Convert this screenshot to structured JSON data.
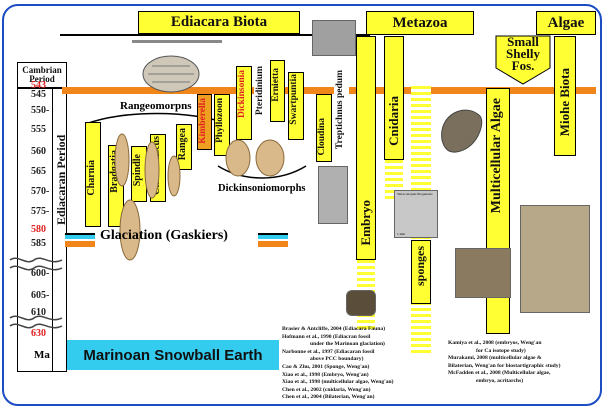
{
  "headers": {
    "ediacara": "Ediacara Biota",
    "metazoa": "Metazoa",
    "algae": "Algae",
    "small_shelly_l1": "Small",
    "small_shelly_l2": "Shelly",
    "small_shelly_l3": "Fos."
  },
  "axis": {
    "title_l1": "Cambrian",
    "title_l2": "Period",
    "period_label": "Ediacaran Period",
    "unit": "Ma",
    "ticks": [
      {
        "label": "543",
        "red": true
      },
      {
        "label": "545",
        "red": false
      },
      {
        "label": "550-",
        "red": false
      },
      {
        "label": "555",
        "red": false
      },
      {
        "label": "560",
        "red": false
      },
      {
        "label": "565",
        "red": false
      },
      {
        "label": "570-",
        "red": false
      },
      {
        "label": "575-",
        "red": false
      },
      {
        "label": "580",
        "red": true
      },
      {
        "label": "585",
        "red": false
      },
      {
        "label": "600-",
        "red": false
      },
      {
        "label": "605-",
        "red": false
      },
      {
        "label": "610",
        "red": false
      },
      {
        "label": "630",
        "red": true
      }
    ]
  },
  "groups": {
    "rangeomorphs": "Rangeomorpns",
    "dickinsoniomorphs": "Dickinsoniomorphs"
  },
  "taxa": {
    "charnia": "Charnia",
    "bradgatia": "Bradgatia",
    "spindle": "Spindle",
    "charnodiscus": "Charnodiscus",
    "rangea": "Rangea",
    "kimberella": "Kimberella",
    "phyllozoon": "Phyllozoon",
    "dickinsonia": "Dickinsonia",
    "pteridinium": "Pteridinium",
    "ernietta": "Ernietta",
    "swartpuntia": "Swartpuntia",
    "cloudina": "Cloudina",
    "treptichnus": "Treptichnus pedum",
    "embryo": "Embryo",
    "cnidaria": "Cnidaria",
    "sponges": "sponges",
    "multicellular_algae": "Multicellular Algae",
    "miohe_biota": "Miohe Biota"
  },
  "events": {
    "glaciation": "Glaciation (Gaskiers)",
    "marinoan": "Marinoan Snowball Earth"
  },
  "refs_left": [
    "Brasier & Antcliffe, 2004 (Ediacara Fauna)",
    "Hofmann et al., 1990 (Ediacran fossil",
    "                    under the Marinoan glaciation)",
    "Narbonne et al., 1997 (Ediacaran fossil",
    "                    above PCC boundary)",
    "Cao & Zhu, 2001 (Sponge, Weng'an)",
    "Xiao et al., 1998 (Embryo, Weng'an)",
    "Xiao et al., 1998 (multicellular algae, Weng'an)",
    "Chen et al., 2002 (cnidaria, Weng'an)",
    "Chen et al., 2004 (Bilaterian, Weng'an)"
  ],
  "refs_right": [
    "Kamiya et al., 2008 (embryos, Weng'an",
    "                    for Ca isotope study)",
    "Murakami, 2008 (multicellular algae &",
    "Bilaterian, Weng'an for biostartigraphic study)",
    "McFadden et al., 2008 (Multicellular algae,",
    "                    embryo, acritarchs)"
  ],
  "photo_captions": {
    "microscope_label": "Tetraconopsis filogenesis",
    "scale_bar": "1 mm"
  },
  "colors": {
    "frame": "#1a4cc2",
    "header_fill": "#ffff33",
    "time_line": "#f0861a",
    "marinoan_fill": "#33ccee",
    "red_tick": "#e02020",
    "kimberella_text": "#e02020"
  }
}
